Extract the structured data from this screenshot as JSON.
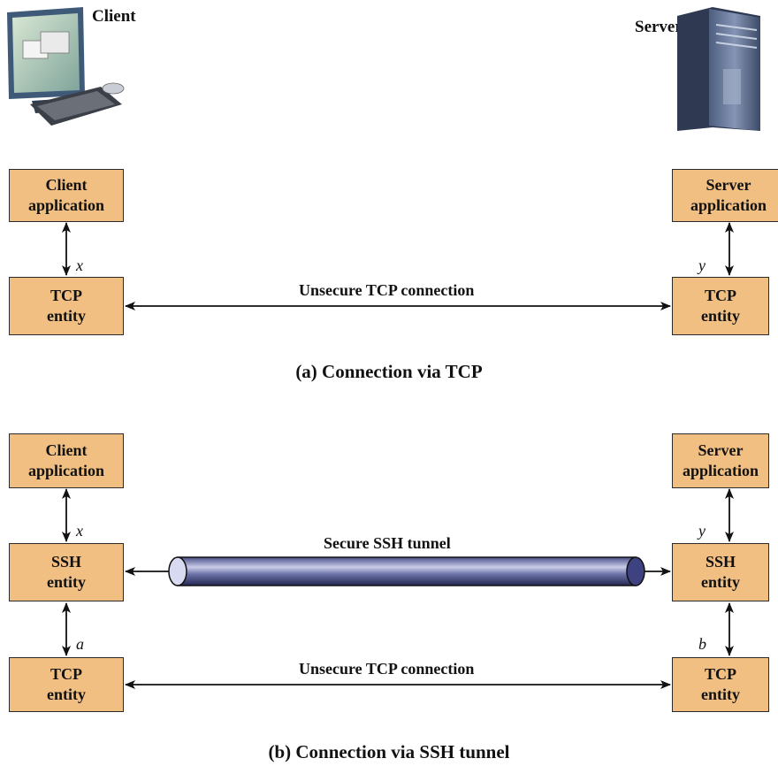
{
  "client_label": "Client",
  "server_label": "Server",
  "part_a": {
    "client_app": "Client\napplication",
    "server_app": "Server\napplication",
    "client_tcp": "TCP\nentity",
    "server_tcp": "TCP\nentity",
    "var_client": "x",
    "var_server": "y",
    "connection_label": "Unsecure TCP connection",
    "caption": "(a) Connection via TCP"
  },
  "part_b": {
    "client_app": "Client\napplication",
    "server_app": "Server\napplication",
    "client_ssh": "SSH\nentity",
    "server_ssh": "SSH\nentity",
    "client_tcp": "TCP\nentity",
    "server_tcp": "TCP\nentity",
    "var_client_app": "x",
    "var_server_app": "y",
    "var_client_tcp": "a",
    "var_server_tcp": "b",
    "tunnel_label": "Secure SSH tunnel",
    "connection_label": "Unsecure TCP connection",
    "caption": "(b) Connection via SSH tunnel"
  }
}
